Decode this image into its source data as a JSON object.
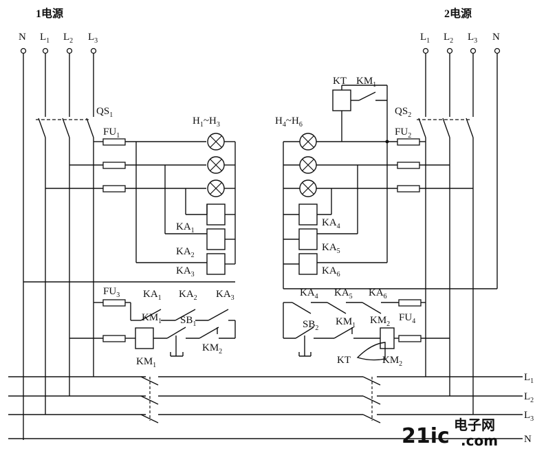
{
  "headings": {
    "left": "1电源",
    "right": "2电源"
  },
  "terminals": {
    "left": [
      {
        "base": "N",
        "sub": ""
      },
      {
        "base": "L",
        "sub": "1"
      },
      {
        "base": "L",
        "sub": "2"
      },
      {
        "base": "L",
        "sub": "3"
      }
    ],
    "right": [
      {
        "base": "L",
        "sub": "1"
      },
      {
        "base": "L",
        "sub": "2"
      },
      {
        "base": "L",
        "sub": "3"
      },
      {
        "base": "N",
        "sub": ""
      }
    ]
  },
  "labels": {
    "qs1": {
      "base": "QS",
      "sub": "1"
    },
    "qs2": {
      "base": "QS",
      "sub": "2"
    },
    "fu1": {
      "base": "FU",
      "sub": "1"
    },
    "fu2": {
      "base": "FU",
      "sub": "2"
    },
    "fu3": {
      "base": "FU",
      "sub": "3"
    },
    "fu4": {
      "base": "FU",
      "sub": "4"
    },
    "h_left": {
      "a": "H",
      "as": "1",
      "sep": "~",
      "b": "H",
      "bs": "3"
    },
    "h_right": {
      "a": "H",
      "as": "4",
      "sep": "~",
      "b": "H",
      "bs": "6"
    },
    "ka1": {
      "base": "KA",
      "sub": "1"
    },
    "ka2": {
      "base": "KA",
      "sub": "2"
    },
    "ka3": {
      "base": "KA",
      "sub": "3"
    },
    "ka4": {
      "base": "KA",
      "sub": "4"
    },
    "ka5": {
      "base": "KA",
      "sub": "5"
    },
    "ka6": {
      "base": "KA",
      "sub": "6"
    },
    "ka1_c": {
      "base": "KA",
      "sub": "1"
    },
    "ka2_c": {
      "base": "KA",
      "sub": "2"
    },
    "ka3_c": {
      "base": "KA",
      "sub": "3"
    },
    "ka4_c": {
      "base": "KA",
      "sub": "4"
    },
    "ka5_c": {
      "base": "KA",
      "sub": "5"
    },
    "ka6_c": {
      "base": "KA",
      "sub": "6"
    },
    "km1_c": {
      "base": "KM",
      "sub": "1"
    },
    "sb1": {
      "base": "SB",
      "sub": "1"
    },
    "km2_c": {
      "base": "KM",
      "sub": "2"
    },
    "km1_coil": {
      "base": "KM",
      "sub": "1"
    },
    "kt_top": {
      "base": "KT",
      "sub": ""
    },
    "km1_top": {
      "base": "KM",
      "sub": "1"
    },
    "sb2": {
      "base": "SB",
      "sub": "2"
    },
    "km1_r": {
      "base": "KM",
      "sub": "1"
    },
    "km2_r": {
      "base": "KM",
      "sub": "2"
    },
    "kt_r": {
      "base": "KT",
      "sub": ""
    },
    "km2_coil": {
      "base": "KM",
      "sub": "2"
    }
  },
  "busbars": [
    {
      "base": "L",
      "sub": "1"
    },
    {
      "base": "L",
      "sub": "2"
    },
    {
      "base": "L",
      "sub": "3"
    },
    {
      "base": "N",
      "sub": ""
    }
  ],
  "watermark": {
    "brand": "21ic",
    "cn": "电子网",
    "url": ".com"
  }
}
